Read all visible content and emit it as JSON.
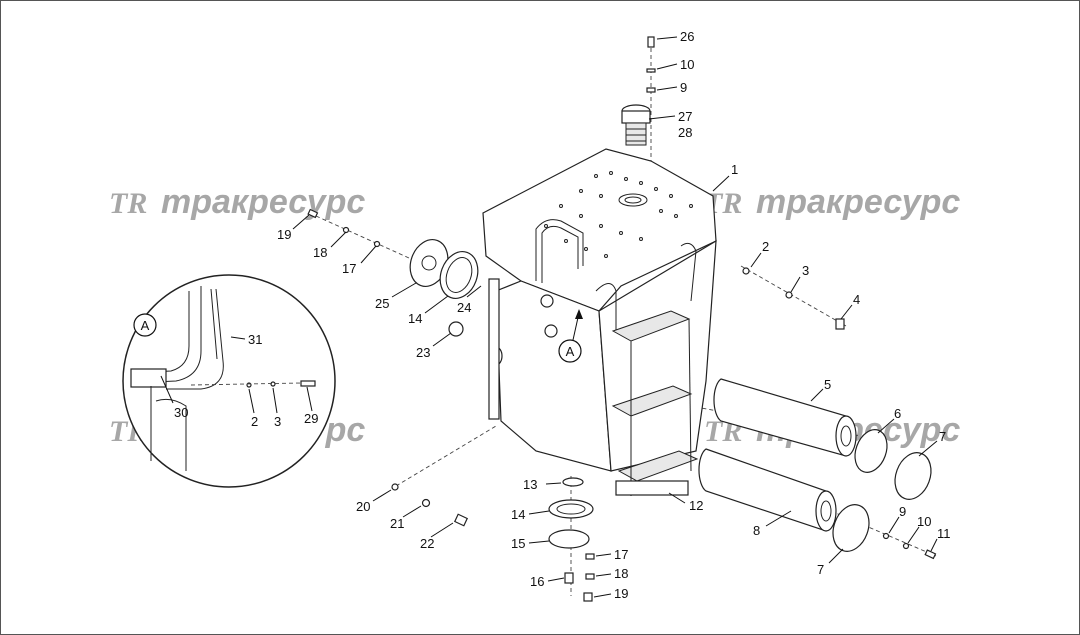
{
  "watermark": {
    "logo": "TR",
    "text": "тракресурс"
  },
  "view_label": "A",
  "callouts": [
    "26",
    "10",
    "9",
    "27",
    "28",
    "1",
    "19",
    "18",
    "17",
    "2",
    "3",
    "4",
    "25",
    "24",
    "14",
    "23",
    "A",
    "5",
    "6",
    "7",
    "31",
    "A",
    "2",
    "3",
    "29",
    "30",
    "13",
    "14",
    "15",
    "16",
    "17",
    "18",
    "19",
    "20",
    "21",
    "22",
    "12",
    "8",
    "7",
    "9",
    "10",
    "11"
  ]
}
